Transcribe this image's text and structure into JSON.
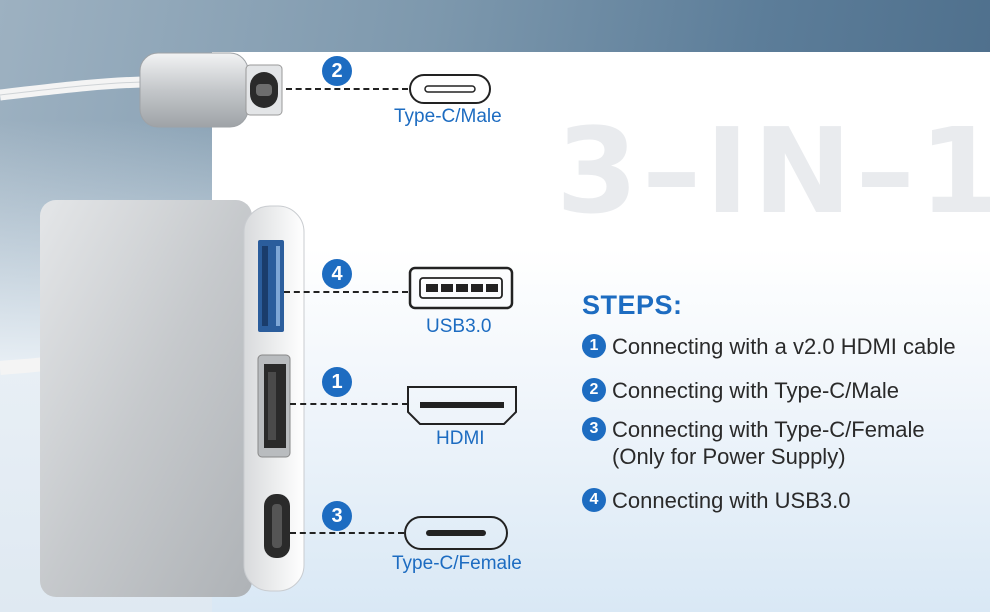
{
  "hero": {
    "title": "3–IN–1"
  },
  "ports": [
    {
      "num": "2",
      "label": "Type-C/Male",
      "icon": "type-c-male-port-icon"
    },
    {
      "num": "4",
      "label": "USB3.0",
      "icon": "usb3-port-icon"
    },
    {
      "num": "1",
      "label": "HDMI",
      "icon": "hdmi-port-icon"
    },
    {
      "num": "3",
      "label": "Type-C/Female",
      "icon": "type-c-female-port-icon"
    }
  ],
  "steps": {
    "title": "STEPS:",
    "items": [
      {
        "num": "1",
        "text": "Connecting with a v2.0 HDMI cable"
      },
      {
        "num": "2",
        "text": "Connecting with Type-C/Male"
      },
      {
        "num": "3",
        "text": "Connecting with Type-C/Female",
        "sub": "(Only for Power Supply)"
      },
      {
        "num": "4",
        "text": "Connecting with USB3.0"
      }
    ]
  },
  "colors": {
    "accent": "#1d6cc1",
    "text": "#2a2a2a",
    "watermark": "#e9ebee"
  }
}
